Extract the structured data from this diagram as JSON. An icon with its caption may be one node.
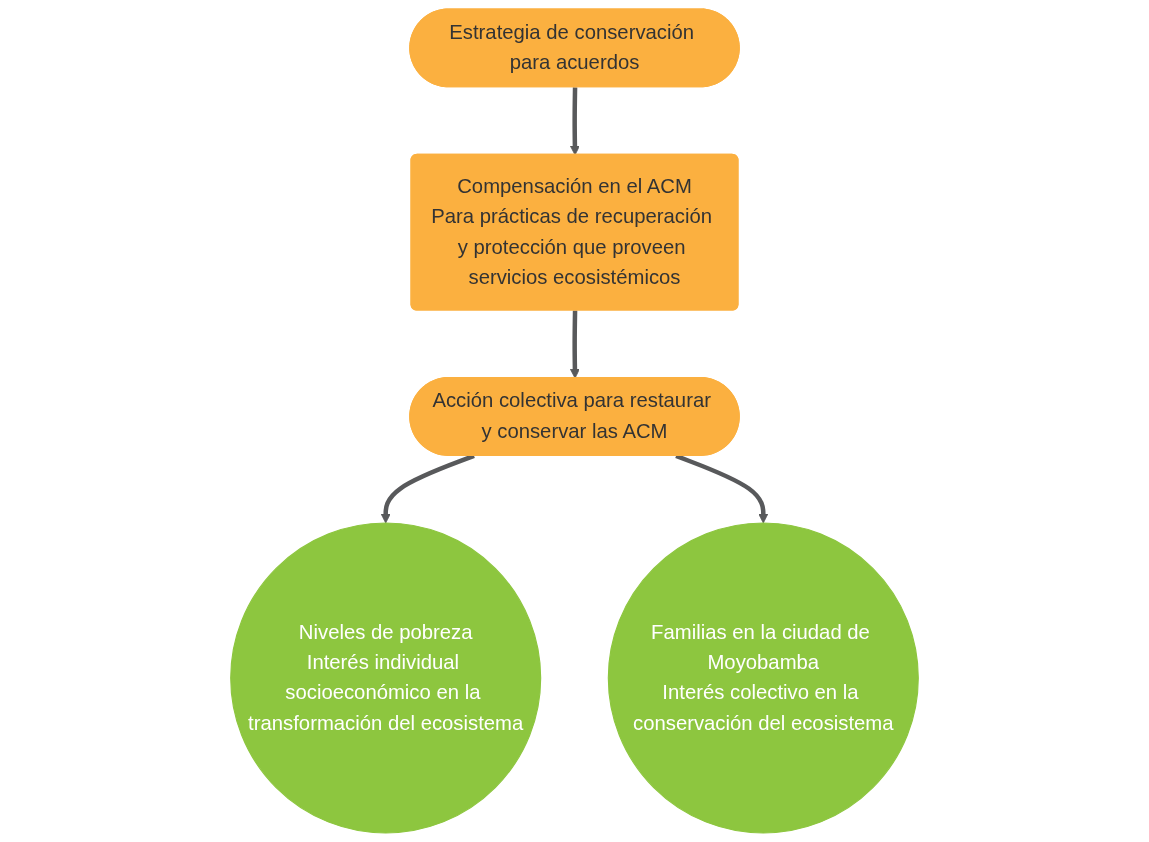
{
  "diagram": {
    "nodes": [
      {
        "text": [
          "Niveles de pobreza",
          "Interés individual socioeconómico en la transformación del ecosistema"
        ]
      },
      {
        "text": [
          "Familias en la ciudad de Moyobamba",
          "Interés colectivo en la conservación del ecosistema"
        ]
      },
      {
        "text": [
          "Estrategia de conservación para acuerdos"
        ]
      },
      {
        "text": [
          "Compensación en el ACM",
          "Para prácticas de recuperación y protección que proveen servicios ecosistémicos"
        ]
      },
      {
        "text": [
          "Acción colectiva para restaurar y conservar las ACM"
        ]
      }
    ],
    "edges": [
      {
        "from": 2,
        "to": 3,
        "arrow": "to"
      },
      {
        "from": 3,
        "to": 4,
        "arrow": "to"
      },
      {
        "from": 4,
        "to": 0,
        "arrow": "to"
      },
      {
        "from": 4,
        "to": 1,
        "arrow": "to"
      }
    ]
  }
}
